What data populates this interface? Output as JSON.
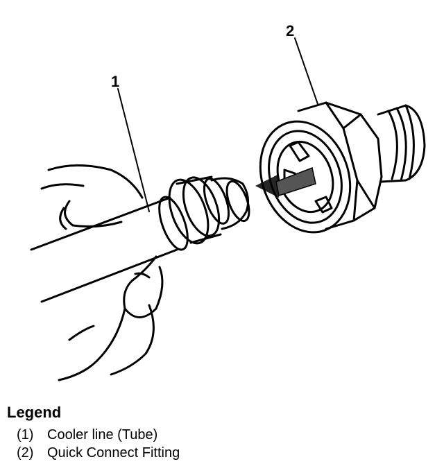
{
  "callouts": {
    "one": "1",
    "two": "2"
  },
  "legend": {
    "title": "Legend",
    "items": [
      {
        "num": "(1)",
        "text": "Cooler line (Tube)"
      },
      {
        "num": "(2)",
        "text": "Quick Connect Fitting"
      }
    ]
  }
}
